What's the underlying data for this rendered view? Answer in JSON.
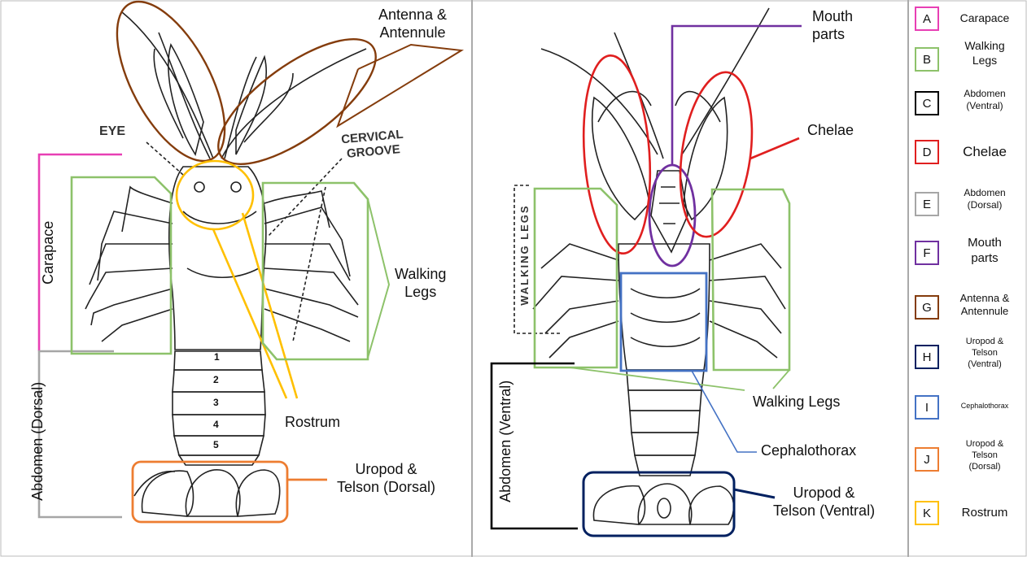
{
  "left_panel": {
    "labels": {
      "antenna": "Antenna &\nAntennule",
      "eye": "EYE",
      "cervical": "CERVICAL\nGROOVE",
      "carapace": "Carapace",
      "walking_legs": "Walking\nLegs",
      "rostrum": "Rostrum",
      "abdomen": "Abdomen (Dorsal)",
      "uropod": "Uropod &\nTelson (Dorsal)",
      "segments": [
        "1",
        "2",
        "3",
        "4",
        "5"
      ]
    }
  },
  "right_panel": {
    "labels": {
      "mouth": "Mouth\nparts",
      "chelae": "Chelae",
      "walking_legs_print": "WALKING LEGS",
      "walking_legs": "Walking Legs",
      "cephalothorax": "Cephalothorax",
      "abdomen": "Abdomen (Ventral)",
      "uropod": "Uropod &\nTelson (Ventral)"
    }
  },
  "key": [
    {
      "letter": "A",
      "text": "Carapace",
      "color": "#e83fb4"
    },
    {
      "letter": "B",
      "text": "Walking\nLegs",
      "color": "#8dc26a"
    },
    {
      "letter": "C",
      "text": "Abdomen\n(Ventral)",
      "color": "#000000"
    },
    {
      "letter": "D",
      "text": "Chelae",
      "color": "#e01f1f"
    },
    {
      "letter": "E",
      "text": "Abdomen\n(Dorsal)",
      "color": "#a6a6a6"
    },
    {
      "letter": "F",
      "text": "Mouth\nparts",
      "color": "#7030a0"
    },
    {
      "letter": "G",
      "text": "Antenna &\nAntennule",
      "color": "#843c0c"
    },
    {
      "letter": "H",
      "text": "Uropod &\nTelson\n(Ventral)",
      "color": "#002060"
    },
    {
      "letter": "I",
      "text": "Cephalothorax",
      "color": "#4472c4"
    },
    {
      "letter": "J",
      "text": "Uropod &\nTelson\n(Dorsal)",
      "color": "#ed7d31"
    },
    {
      "letter": "K",
      "text": "Rostrum",
      "color": "#ffc000"
    }
  ]
}
